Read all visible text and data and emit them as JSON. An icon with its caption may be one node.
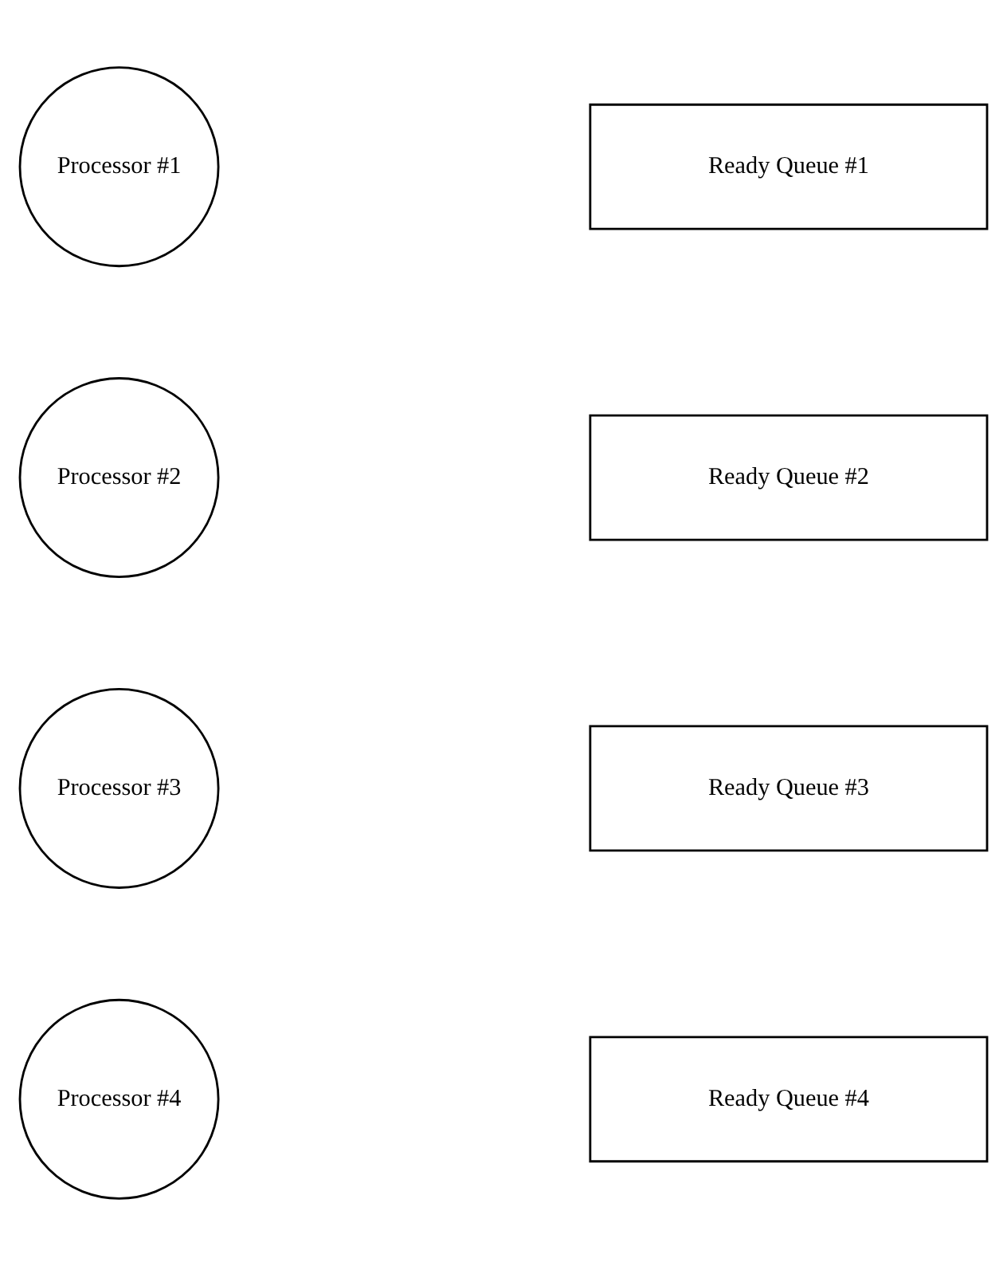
{
  "diagram": {
    "nodes": [
      {
        "text": [
          "Processor #1"
        ]
      },
      {
        "text": [
          "Ready Queue #1"
        ]
      },
      {
        "text": [
          "Processor #2"
        ]
      },
      {
        "text": [
          "Ready Queue #2"
        ]
      },
      {
        "text": [
          "Processor #3"
        ]
      },
      {
        "text": [
          "Ready Queue #3"
        ]
      },
      {
        "text": [
          "Processor #4"
        ]
      },
      {
        "text": [
          "Ready Queue #4"
        ]
      }
    ],
    "edges": []
  }
}
